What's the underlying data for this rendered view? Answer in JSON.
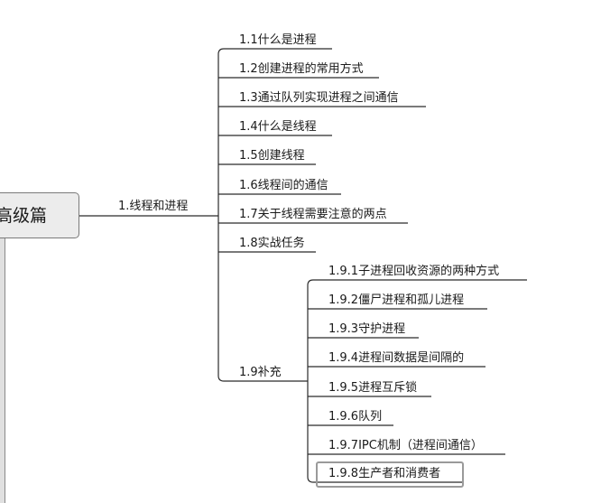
{
  "root": {
    "label": "高级篇"
  },
  "branch": {
    "label": "1.线程和进程"
  },
  "topics": [
    {
      "label": "1.1什么是进程"
    },
    {
      "label": "1.2创建进程的常用方式"
    },
    {
      "label": "1.3通过队列实现进程之间通信"
    },
    {
      "label": "1.4什么是线程"
    },
    {
      "label": "1.5创建线程"
    },
    {
      "label": "1.6线程间的通信"
    },
    {
      "label": "1.7关于线程需要注意的两点"
    },
    {
      "label": "1.8实战任务"
    },
    {
      "label": "1.9补充"
    }
  ],
  "subtopics": [
    {
      "label": "1.9.1子进程回收资源的两种方式"
    },
    {
      "label": "1.9.2僵尸进程和孤儿进程"
    },
    {
      "label": "1.9.3守护进程"
    },
    {
      "label": "1.9.4进程间数据是间隔的"
    },
    {
      "label": "1.9.5进程互斥锁"
    },
    {
      "label": "1.9.6队列"
    },
    {
      "label": "1.9.7IPC机制（进程间通信）"
    },
    {
      "label": "1.9.8生产者和消费者",
      "selected": true
    }
  ],
  "colors": {
    "line": "#2b2b2b",
    "root_fill": "#ececec",
    "root_border": "#7a7a7a",
    "selection": "#9a9a9a"
  }
}
